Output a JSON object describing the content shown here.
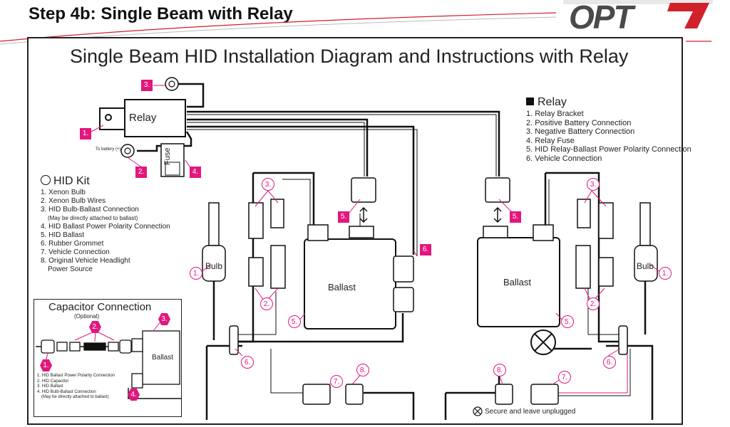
{
  "slide": {
    "title": "Step 4b: Single Beam with Relay",
    "logo_text": "OPT7"
  },
  "diagram": {
    "title": "Single Beam HID Installation Diagram and Instructions with Relay",
    "labels": {
      "relay": "Relay",
      "fuse": "Fuse",
      "to_battery": "To battery (+)",
      "ballast_left": "Ballast",
      "ballast_right": "Ballast",
      "bulb_left": "Bulb",
      "bulb_right": "Bulb",
      "secure_note": "Secure and leave unplugged"
    },
    "relay_legend": {
      "title": "Relay",
      "items": [
        "1. Relay Bracket",
        "2. Positive Battery Connection",
        "3. Negative Battery Connection",
        "4. Relay Fuse",
        "5. HID Relay-Ballast Power Polarity Connection",
        "6. Vehicle Connection"
      ]
    },
    "hid_legend": {
      "title": "HID Kit",
      "items": [
        "1. Xenon Bulb",
        "2. Xenon Bulb Wires",
        "3. HID Bulb-Ballast Connection",
        "(May be directly attached to ballast)",
        "4. HID Ballast Power Polarity Connection",
        "5. HID Ballast",
        "6. Rubber Grommet",
        "7. Vehicle Connection",
        "8. Original Vehicle Headlight",
        "Power Source"
      ]
    },
    "capacitor": {
      "title": "Capacitor Connection",
      "subtitle": "(Optional)",
      "ballast_label": "Ballast",
      "notes": [
        "1. HID Ballast Power Polarity Connection",
        "2. HID Capacitor",
        "3. HID Ballast",
        "4. HID Bulb-Ballast Connection",
        "(May be directly attached to ballast)"
      ]
    },
    "callouts": {
      "relay_1": "1.",
      "relay_2": "2.",
      "relay_3": "3.",
      "relay_4": "4.",
      "relay_5_left": "5.",
      "relay_5_right": "5.",
      "relay_6": "6.",
      "hid_1_left": "1.",
      "hid_1_right": "1.",
      "hid_2_left": "2.",
      "hid_2_right": "2.",
      "hid_3_left": "3.",
      "hid_3_right": "3.",
      "hid_5_left": "5.",
      "hid_5_right": "5.",
      "hid_6_left": "6.",
      "hid_6_right": "6.",
      "hid_7_left": "7.",
      "hid_7_right": "7.",
      "hid_8_left": "8.",
      "hid_8_right": "8.",
      "cap_1": "1.",
      "cap_2": "2.",
      "cap_3": "3.",
      "cap_4": "4."
    },
    "colors": {
      "accent_magenta": "#e3167e",
      "line": "#111111",
      "logo_red": "#d0202a"
    }
  }
}
